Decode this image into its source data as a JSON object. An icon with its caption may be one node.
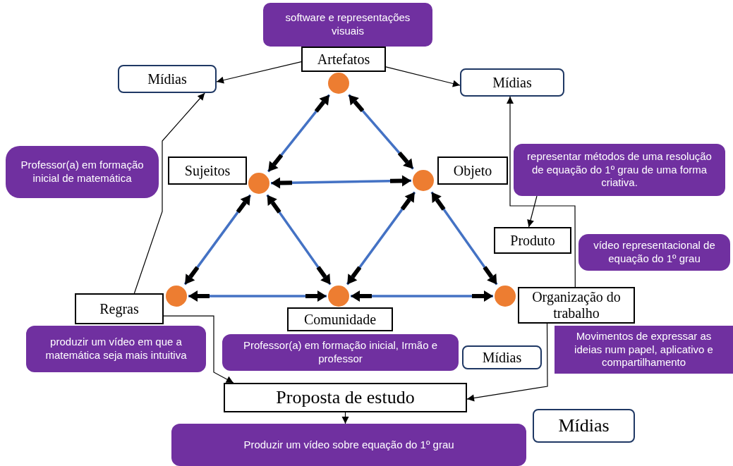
{
  "diagram": {
    "nodes": [
      {
        "text": [
          "software e representações visuais"
        ]
      },
      {
        "text": [
          "Artefatos"
        ]
      },
      {
        "text": [
          "Mídias"
        ]
      },
      {
        "text": [
          "Mídias"
        ]
      },
      {
        "text": [],
        "shape": "circle"
      },
      {
        "text": [
          "Professor(a) em formação inicial de matemática"
        ]
      },
      {
        "text": [
          "Sujeitos"
        ]
      },
      {
        "text": [],
        "shape": "circle"
      },
      {
        "text": [],
        "shape": "circle"
      },
      {
        "text": [
          "Objeto"
        ]
      },
      {
        "text": [
          "representar métodos de uma resolução de equação do 1º grau de uma forma criativa."
        ]
      },
      {
        "text": [
          "Produto"
        ]
      },
      {
        "text": [
          "vídeo representacional de equação do 1º grau"
        ]
      },
      {
        "text": [],
        "shape": "circle"
      },
      {
        "text": [],
        "shape": "circle"
      },
      {
        "text": [],
        "shape": "circle"
      },
      {
        "text": [
          "Regras"
        ]
      },
      {
        "text": [
          "Comunidade"
        ]
      },
      {
        "text": [
          "Organização do trabalho"
        ]
      },
      {
        "text": [
          "produzir um vídeo em que a matemática seja mais intuitiva"
        ]
      },
      {
        "text": [
          "Professor(a) em formação inicial, Irmão e professor"
        ]
      },
      {
        "text": [
          "Mídias"
        ]
      },
      {
        "text": [
          "Movimentos de expressar as ideias num papel, aplicativo e compartilhamento"
        ]
      },
      {
        "text": [
          "Proposta de estudo"
        ]
      },
      {
        "text": [
          "Mídias"
        ]
      },
      {
        "text": [
          "Produzir um vídeo sobre equação do 1º grau"
        ]
      }
    ],
    "edges": [
      {
        "from": 4,
        "to": 7,
        "arrow": "both"
      },
      {
        "from": 4,
        "to": 8,
        "arrow": "both"
      },
      {
        "from": 7,
        "to": 8,
        "arrow": "both"
      },
      {
        "from": 7,
        "to": 13,
        "arrow": "both"
      },
      {
        "from": 7,
        "to": 14,
        "arrow": "both"
      },
      {
        "from": 8,
        "to": 14,
        "arrow": "both"
      },
      {
        "from": 8,
        "to": 15,
        "arrow": "both"
      },
      {
        "from": 13,
        "to": 14,
        "arrow": "both"
      },
      {
        "from": 14,
        "to": 15,
        "arrow": "both"
      },
      {
        "from": 1,
        "to": 2,
        "arrow": "to",
        "color": "#000000"
      },
      {
        "from": 1,
        "to": 3,
        "arrow": "to",
        "color": "#000000"
      },
      {
        "from": 16,
        "to": 2,
        "arrow": "to",
        "color": "#000000"
      },
      {
        "from": 18,
        "to": 3,
        "arrow": "to",
        "color": "#000000"
      },
      {
        "from": 10,
        "to": 11,
        "arrow": "to",
        "color": "#000000"
      },
      {
        "from": 16,
        "to": 23,
        "arrow": "to",
        "color": "#000000"
      },
      {
        "from": 18,
        "to": 23,
        "arrow": "to",
        "color": "#000000"
      },
      {
        "from": 23,
        "to": 25,
        "arrow": "to",
        "color": "#000000"
      }
    ]
  }
}
